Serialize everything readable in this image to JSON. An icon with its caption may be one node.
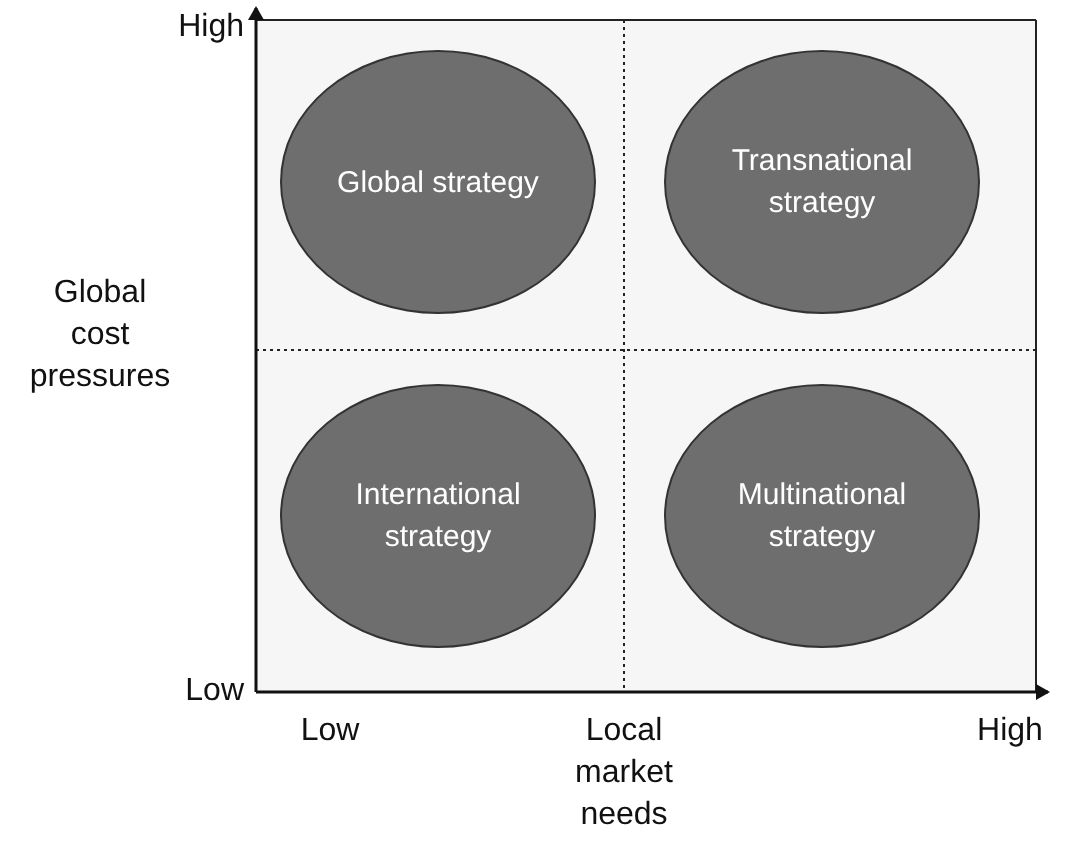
{
  "diagram": {
    "nodes": [
      {
        "text": [
          "Global strategy"
        ]
      },
      {
        "text": [
          "Transnational strategy"
        ]
      },
      {
        "text": [
          "International strategy"
        ]
      },
      {
        "text": [
          "Multinational strategy"
        ]
      }
    ],
    "labels": [
      "High",
      "Global cost pressures",
      "Low",
      "Low",
      "Local market needs",
      "High"
    ]
  }
}
